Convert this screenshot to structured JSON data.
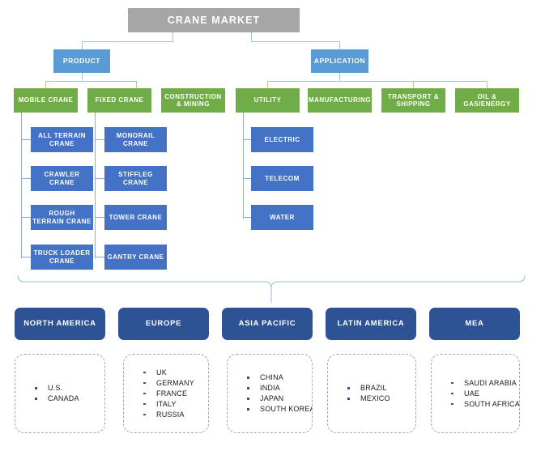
{
  "diagram": {
    "title": "CRANE MARKET",
    "categories": [
      {
        "id": "product",
        "label": "PRODUCT"
      },
      {
        "id": "application",
        "label": "APPLICATION"
      }
    ],
    "segments": [
      {
        "id": "mobile-crane",
        "label": "MOBILE CRANE"
      },
      {
        "id": "fixed-crane",
        "label": "FIXED CRANE"
      },
      {
        "id": "construction-mining",
        "label": "CONSTRUCTION & MINING"
      },
      {
        "id": "utility",
        "label": "UTILITY"
      },
      {
        "id": "manufacturing",
        "label": "MANUFACTURING"
      },
      {
        "id": "transport-shipping",
        "label": "TRANSPORT & SHIPPING"
      },
      {
        "id": "oil-gas-energy",
        "label": "OIL & GAS/ENERGY"
      }
    ],
    "mobile_crane_types": [
      {
        "label": "ALL TERRAIN CRANE"
      },
      {
        "label": "CRAWLER CRANE"
      },
      {
        "label": "ROUGH TERRAIN CRANE"
      },
      {
        "label": "TRUCK LOADER CRANE"
      }
    ],
    "fixed_crane_types": [
      {
        "label": "MONORAIL CRANE"
      },
      {
        "label": "STIFFLEG CRANE"
      },
      {
        "label": "TOWER CRANE"
      },
      {
        "label": "GANTRY CRANE"
      }
    ],
    "utility_types": [
      {
        "label": "ELECTRIC"
      },
      {
        "label": "TELECOM"
      },
      {
        "label": "WATER"
      }
    ],
    "regions": [
      {
        "id": "north-america",
        "label": "NORTH AMERICA",
        "countries": [
          "U.S.",
          "CANADA"
        ]
      },
      {
        "id": "europe",
        "label": "EUROPE",
        "countries": [
          "UK",
          "GERMANY",
          "FRANCE",
          "ITALY",
          "RUSSIA"
        ]
      },
      {
        "id": "asia-pacific",
        "label": "ASIA PACIFIC",
        "countries": [
          "CHINA",
          "INDIA",
          "JAPAN",
          "SOUTH KOREA"
        ]
      },
      {
        "id": "latin-america",
        "label": "LATIN AMERICA",
        "countries": [
          "BRAZIL",
          "MEXICO"
        ]
      },
      {
        "id": "mea",
        "label": "MEA",
        "countries": [
          "SAUDI ARABIA",
          "UAE",
          "SOUTH AFRICA"
        ]
      }
    ],
    "colors": {
      "root": "#a6a6a6",
      "category": "#5b9bd5",
      "segment": "#70ad47",
      "leaf": "#4472c4",
      "region": "#2e5395",
      "connector_blue": "#9dc3e6",
      "connector_green": "#a9d18e"
    }
  }
}
